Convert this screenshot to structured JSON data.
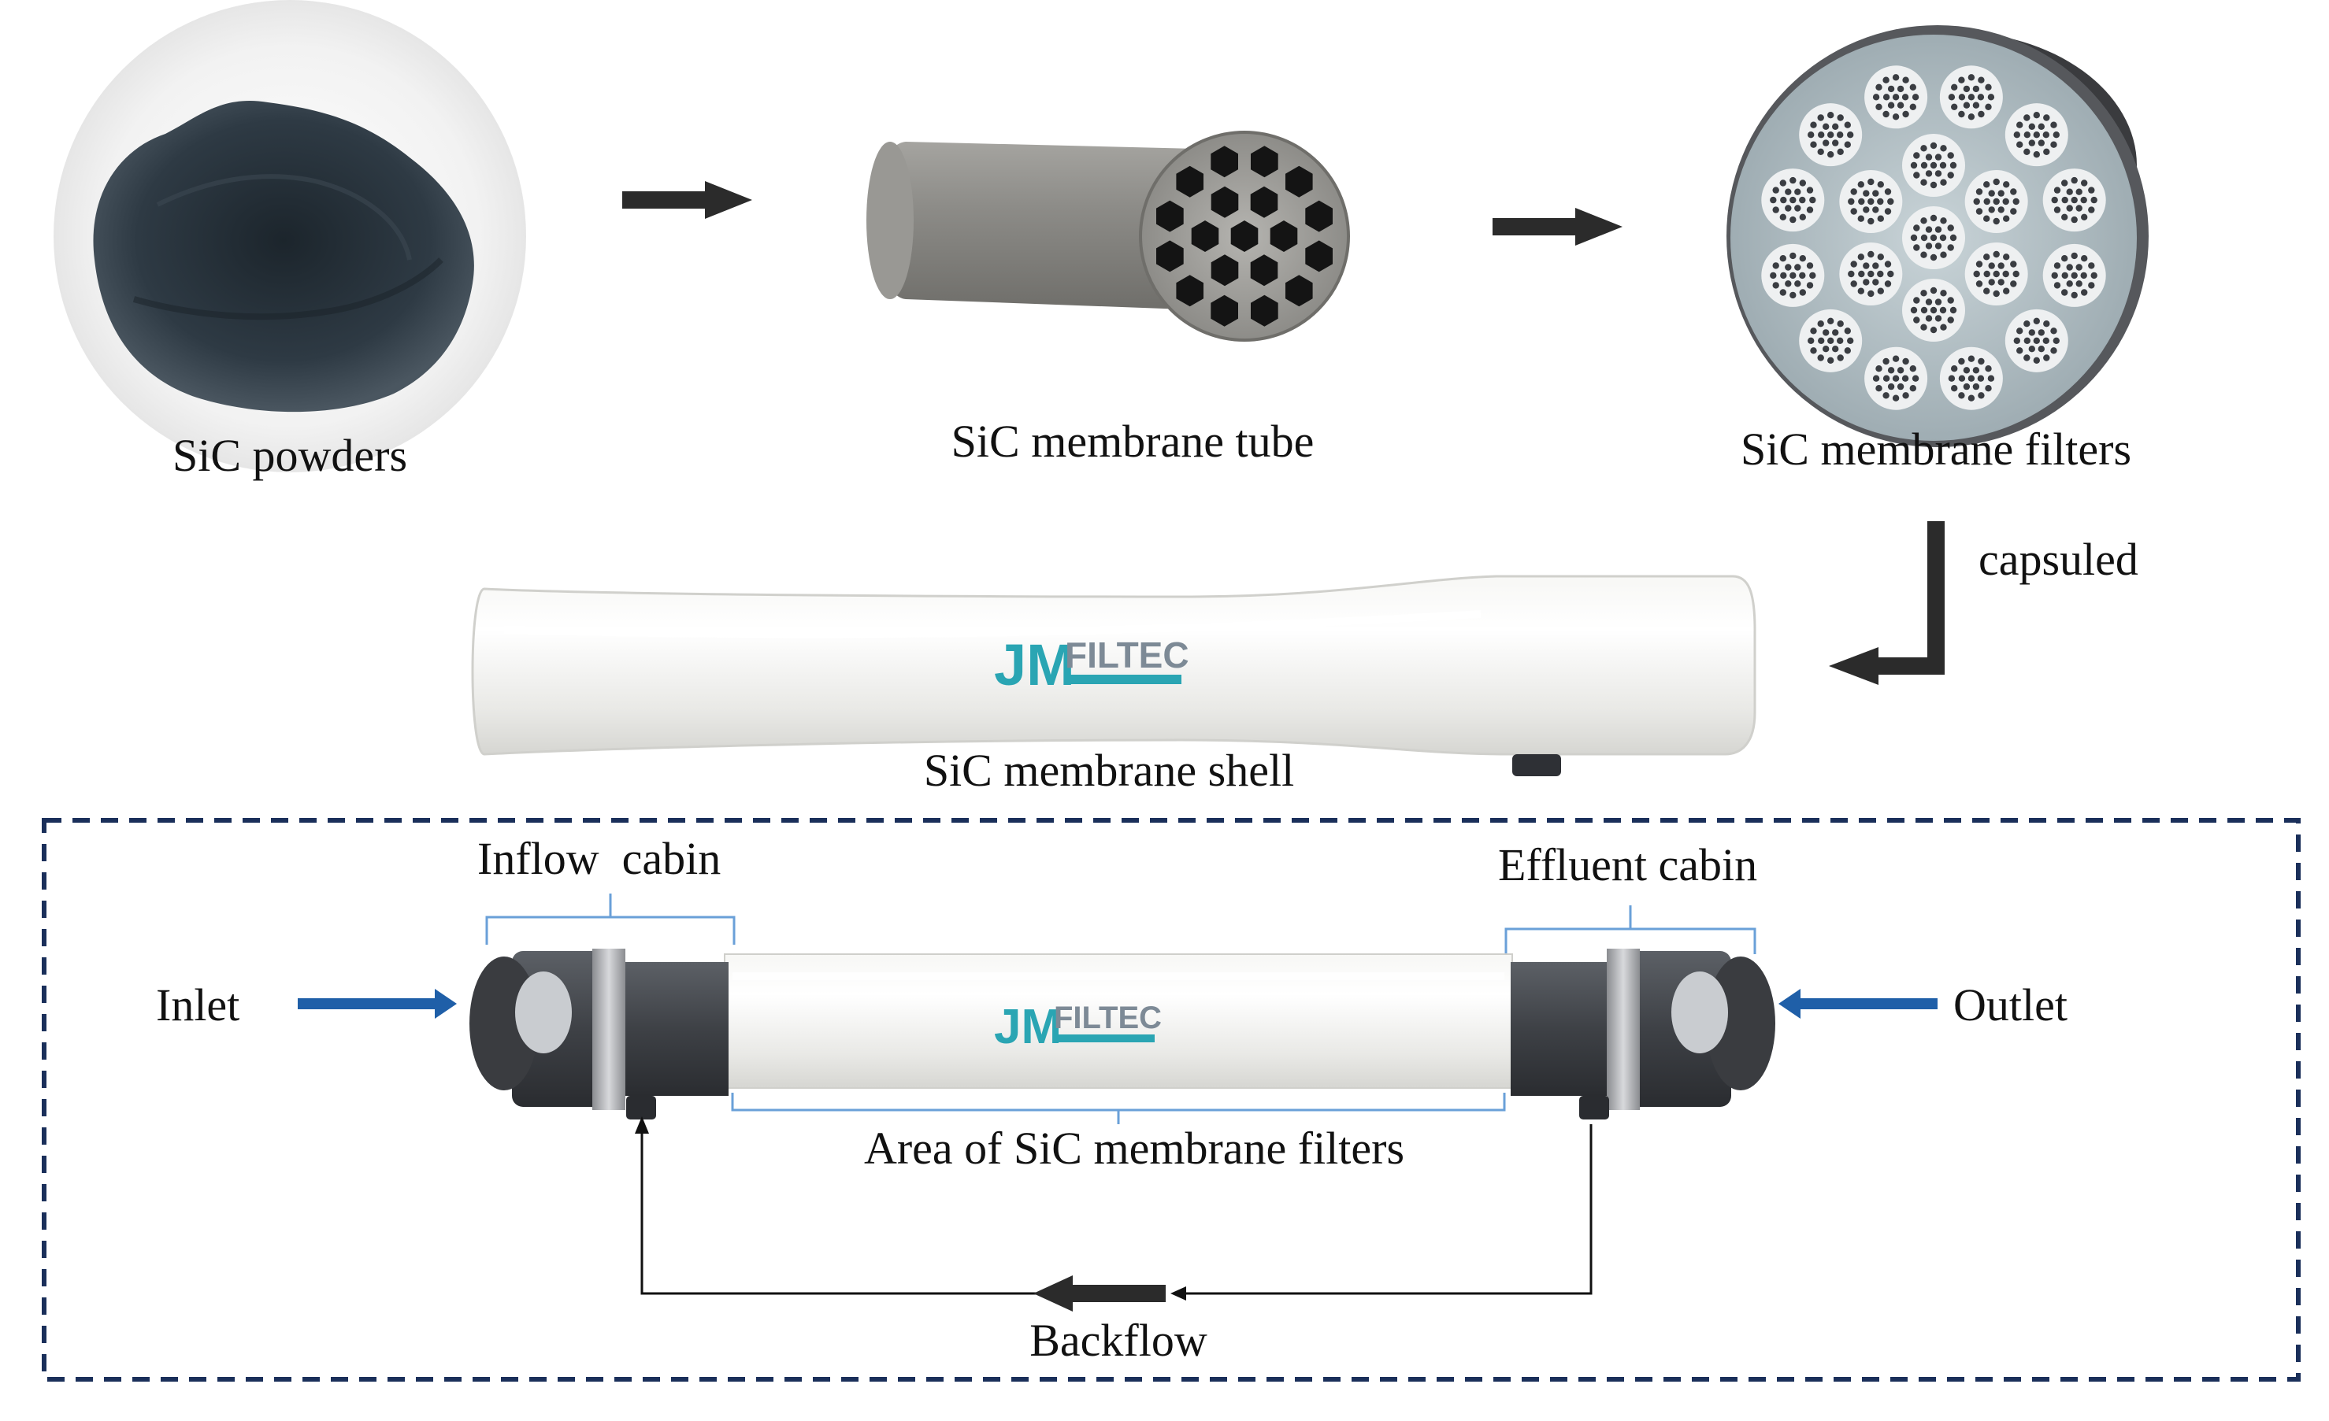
{
  "colors": {
    "arrow_dark": "#2b2b2b",
    "flow_blue": "#1f5fa8",
    "bracket_blue": "#6aa0d8",
    "dashed_border": "#1a2f5a",
    "logo_teal": "#2aa5b3",
    "logo_gray": "#7d8a96",
    "powder": "#2a3640",
    "tube_gray": "#8a8985",
    "filter_face": "#b9c6cc",
    "shell_white": "#eeeeec",
    "fitting_dark": "#4a4d52"
  },
  "labels": {
    "powders": "SiC powders",
    "tube": "SiC membrane tube",
    "filters": "SiC membrane filters",
    "capsuled": "capsuled",
    "shell": "SiC membrane shell",
    "inflow_cabin": "Inflow  cabin",
    "effluent_cabin": "Effluent cabin",
    "inlet": "Inlet",
    "outlet": "Outlet",
    "filter_area": "Area of SiC membrane filters",
    "backflow": "Backflow"
  },
  "logo": {
    "mark": "JM",
    "name": "FILTEC"
  }
}
